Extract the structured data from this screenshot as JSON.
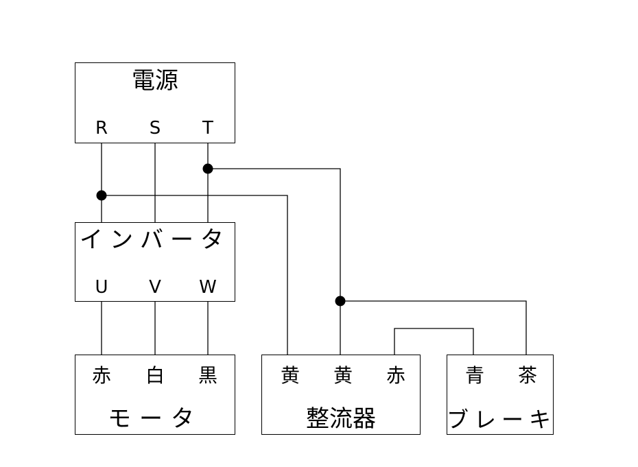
{
  "diagram": {
    "components": [
      {
        "id": "power",
        "title": "電源",
        "terminals": [
          "R",
          "S",
          "T"
        ]
      },
      {
        "id": "inverter",
        "title": "インバータ",
        "terminals": [
          "U",
          "V",
          "W"
        ]
      },
      {
        "id": "motor",
        "title": "モータ",
        "terminals": [
          "赤",
          "白",
          "黒"
        ]
      },
      {
        "id": "rectifier",
        "title": "整流器",
        "terminals": [
          "黄",
          "黄",
          "赤"
        ]
      },
      {
        "id": "brake",
        "title": "ブレーキ",
        "terminals": [
          "青",
          "茶"
        ]
      }
    ],
    "connections": [
      {
        "from": "power.R",
        "to": "inverter.U-side R input"
      },
      {
        "from": "power.S",
        "to": "inverter S input"
      },
      {
        "from": "power.T",
        "to": "inverter T input"
      },
      {
        "from": "power.R (junction)",
        "to": "rectifier.黄 (1)"
      },
      {
        "from": "power.T (junction)",
        "to": "rectifier.黄 (2)"
      },
      {
        "from": "rectifier.黄 (2) (junction)",
        "to": "brake.茶"
      },
      {
        "from": "rectifier.赤",
        "to": "brake.青"
      },
      {
        "from": "inverter.U",
        "to": "motor.赤"
      },
      {
        "from": "inverter.V",
        "to": "motor.白"
      },
      {
        "from": "inverter.W",
        "to": "motor.黒"
      }
    ],
    "junction_count": 3
  }
}
